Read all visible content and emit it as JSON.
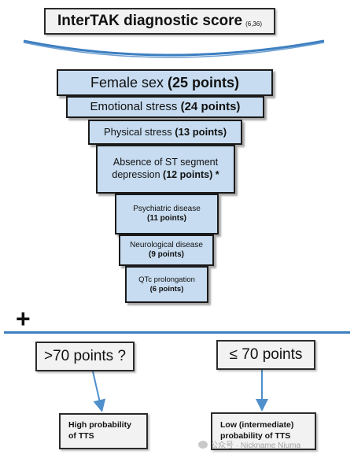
{
  "title": {
    "main": "InterTAK diagnostic score",
    "ref": "(6,36)"
  },
  "criteria": [
    {
      "line1": "Female sex",
      "points": "(25  points)"
    },
    {
      "line1": "Emotional stress",
      "points": "(24 points)"
    },
    {
      "line1": "Physical stress",
      "points": "(13 points)"
    },
    {
      "line1": "Absence of ST segment",
      "line2": "depression",
      "points": "(12 points) *"
    },
    {
      "line1": "Psychiatric disease",
      "points": "(11 points)"
    },
    {
      "line1": "Neurological disease",
      "points": "(9  points)"
    },
    {
      "line1": "QTc prolongation",
      "points": "(6 points)"
    }
  ],
  "operator": "+",
  "thresholds": {
    "left": ">70 points ?",
    "right": "≤ 70 points"
  },
  "outcomes": {
    "left": {
      "line1": "High probability",
      "line2": "of TTS"
    },
    "right": {
      "line1": "Low (intermediate)",
      "line2": "probability of TTS"
    }
  },
  "watermark": "公众号 · Nickname Niuma",
  "colors": {
    "funnel_fill": "#c7dcf0",
    "arc_and_lines": "#3d7fc0",
    "box_fill": "#f2f2f2"
  }
}
